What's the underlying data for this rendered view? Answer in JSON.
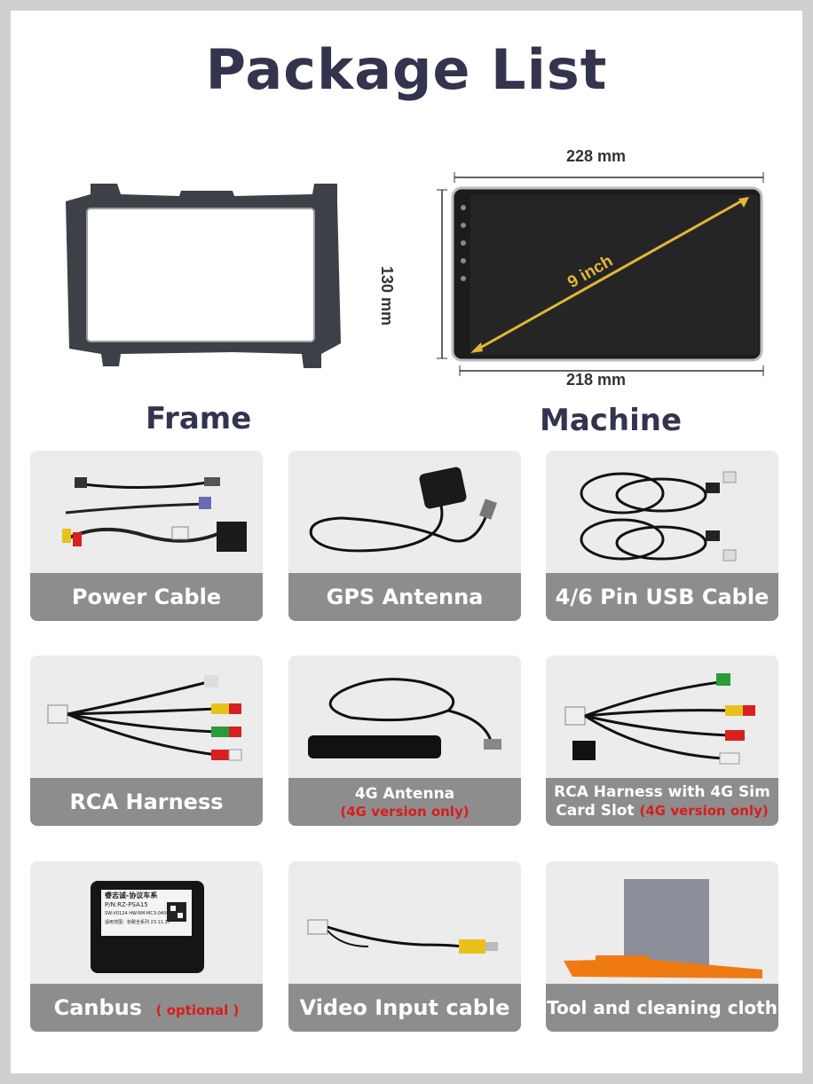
{
  "title": "Package List",
  "frame_label": "Frame",
  "machine_label": "Machine",
  "machine": {
    "width_top": "228 mm",
    "width_bottom": "218 mm",
    "height": "130 mm",
    "diagonal": "9 inch"
  },
  "items": [
    {
      "label": "Power Cable"
    },
    {
      "label": "GPS Antenna"
    },
    {
      "label": "4/6 Pin USB Cable"
    },
    {
      "label": "RCA Harness"
    },
    {
      "label": "4G Antenna",
      "note": "(4G version only)"
    },
    {
      "label_line1": "RCA Harness with 4G Sim",
      "label_line2": "Card Slot",
      "note": "(4G version only)"
    },
    {
      "label": "Canbus",
      "note": "( optional )"
    },
    {
      "label": "Video Input cable"
    },
    {
      "label": "Tool and cleaning cloth"
    }
  ],
  "canbus_box": {
    "line1": "睿志诚-协议车系",
    "line2": "P/N:RZ-PSA15",
    "line3": "SW:V0124  HW:RM-MC3-0400",
    "line4": "适用范围：标致全系列  23.11.17"
  },
  "colors": {
    "title": "#34344e",
    "caption_bg": "#8d8d8d",
    "note": "#d91c1c",
    "arrow": "#e1b63a"
  }
}
